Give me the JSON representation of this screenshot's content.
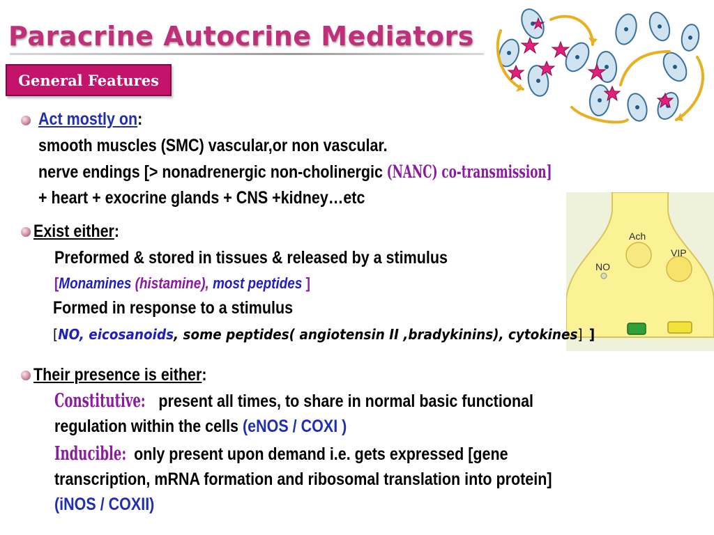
{
  "title": "Paracrine Autocrine Mediators",
  "badge": "General Features",
  "act": {
    "heading": "Act mostly on",
    "colon": ":",
    "line1": "smooth muscles (SMC) vascular,or non vascular.",
    "line2_prefix": "nerve endings [> nonadrenergic non-cholinergic ",
    "line2_nanc": "(NANC) co-transmission]",
    "line3": "+ heart + exocrine glands + CNS +kidney…etc"
  },
  "exist": {
    "heading": "Exist either",
    "colon": ":",
    "preformed": "Preformed & stored in tissues & released  by a stimulus",
    "pre_open": "[",
    "pre_monamines": "Monamines ",
    "pre_histamine": "(histamine), ",
    "pre_peptides": "most peptides ",
    "pre_close": "]",
    "formed": "Formed  in response to a stimulus",
    "form_open": "[",
    "form_blue": "NO, eicosanoids",
    "form_rest": ", some peptides( angiotensin II ,bradykinins), cytokines",
    "form_close": "]",
    "form_close2": "]"
  },
  "presence": {
    "heading": "Their presence is either",
    "colon": ":",
    "constitutive_label": "Constitutive:",
    "constitutive_text": " present all times, to share in normal basic functional",
    "constitutive_line2": "regulation within the cells ",
    "constitutive_codes": "(eNOS / COXI )",
    "inducible_label": "Inducible:",
    "inducible_text": " only present upon demand i.e. gets expressed [gene",
    "inducible_line2": "transcription, mRNA formation and ribosomal translation into protein]",
    "inducible_codes": "(iNOS  / COXII)"
  },
  "synapse": {
    "label_ach": "Ach",
    "label_vip": "VIP",
    "label_no": "NO"
  },
  "colors": {
    "title": "#c0307a",
    "badge": "#c3136b",
    "heading_blue": "#1f2fb0",
    "purple": "#8a1aa0",
    "terminal": "#fbf296"
  }
}
